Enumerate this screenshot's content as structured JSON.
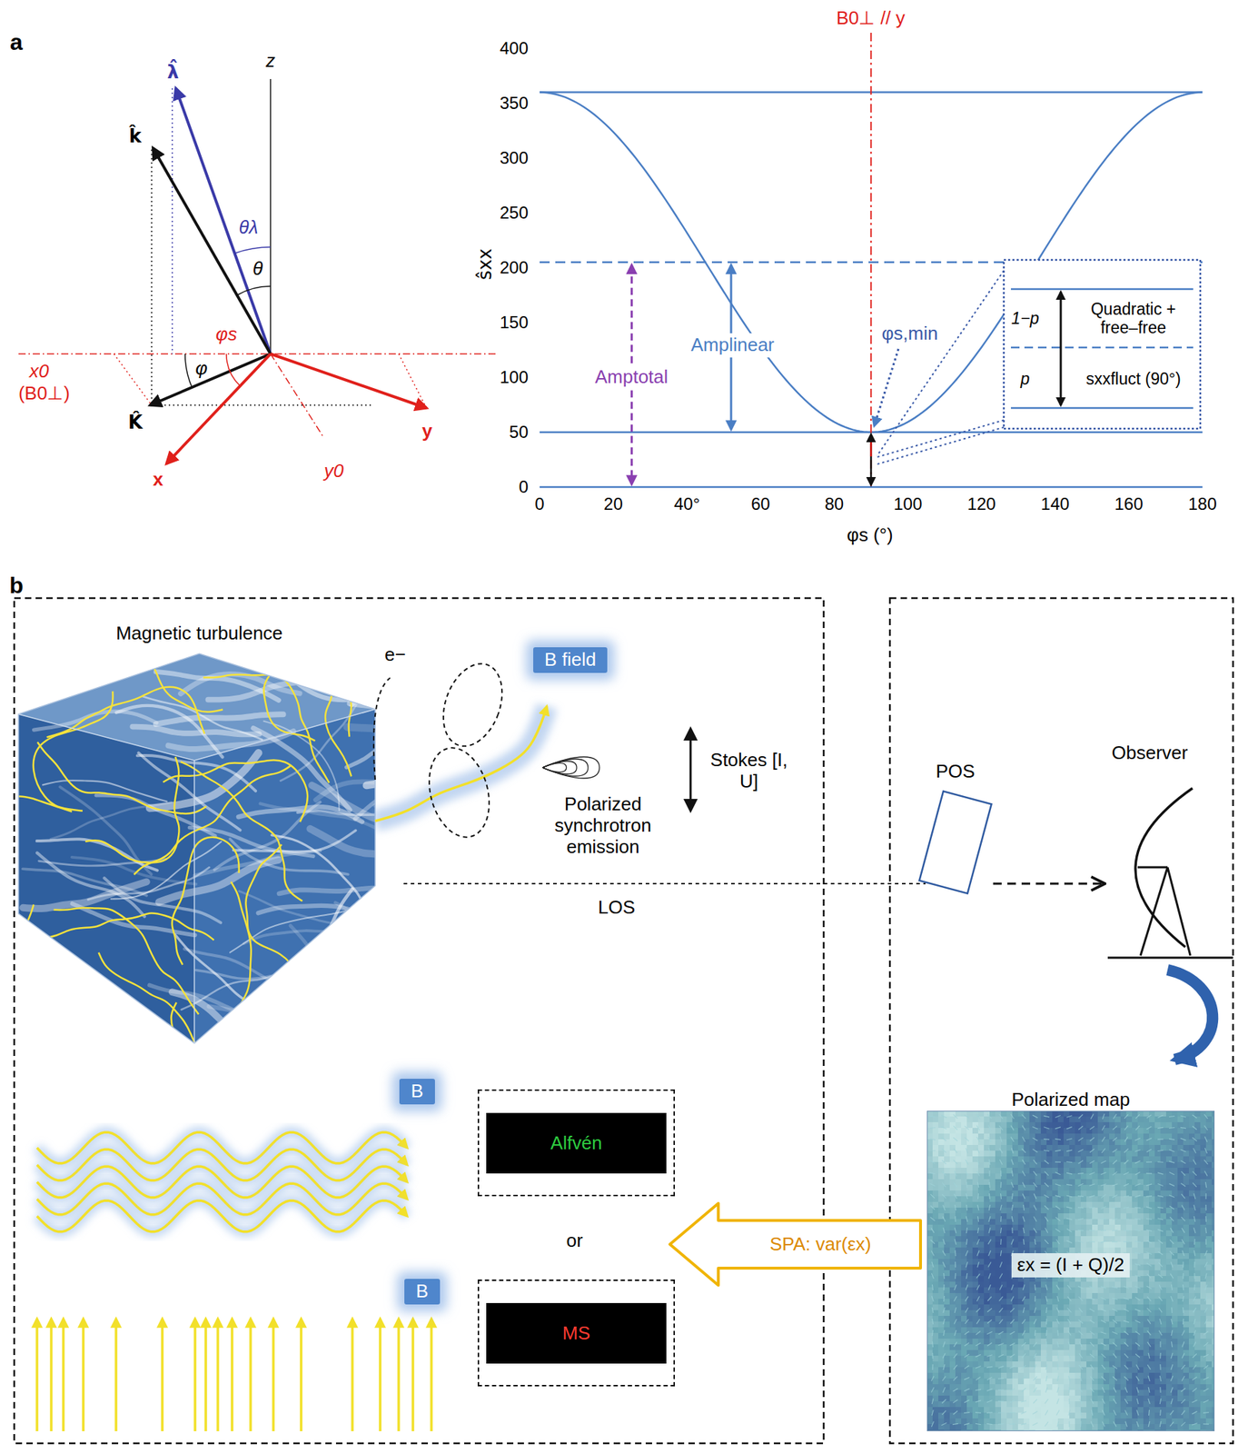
{
  "diagram": {
    "nodes": [
      {
        "text": [
          "B field"
        ]
      },
      {
        "text": [
          "POS"
        ]
      },
      {
        "text": [
          "Polarized map",
          "εx = (I + Q)/2"
        ]
      },
      {
        "text": [
          "B"
        ]
      },
      {
        "text": [
          "Alfvén"
        ]
      },
      {
        "text": [
          "SPA: var(εx)"
        ]
      },
      {
        "text": [
          "B"
        ]
      },
      {
        "text": [
          "MS"
        ]
      }
    ],
    "labels": [
      "a",
      "z",
      "λ̂",
      "k̂",
      "θλ",
      "θ",
      "x0",
      "(B0⊥)",
      "φs",
      "φ",
      "K̂",
      "x",
      "y",
      "y0",
      "B0⊥ // y",
      "400",
      "350",
      "300",
      "250",
      "200",
      "150",
      "100",
      "50",
      "0",
      "ŝxx",
      "Amplinear",
      "Amptotal",
      "φs,min",
      "1−p",
      "Quadratic + free–free",
      "p",
      "sxxfluct (90°)",
      "0",
      "20",
      "40°",
      "60",
      "80",
      "100",
      "120",
      "140",
      "160",
      "180",
      "φs (°)",
      "b",
      "Magnetic turbulence",
      "e−",
      "Stokes [I, U]",
      "Polarized synchrotron emission",
      "LOS",
      "Observer",
      "or"
    ]
  }
}
